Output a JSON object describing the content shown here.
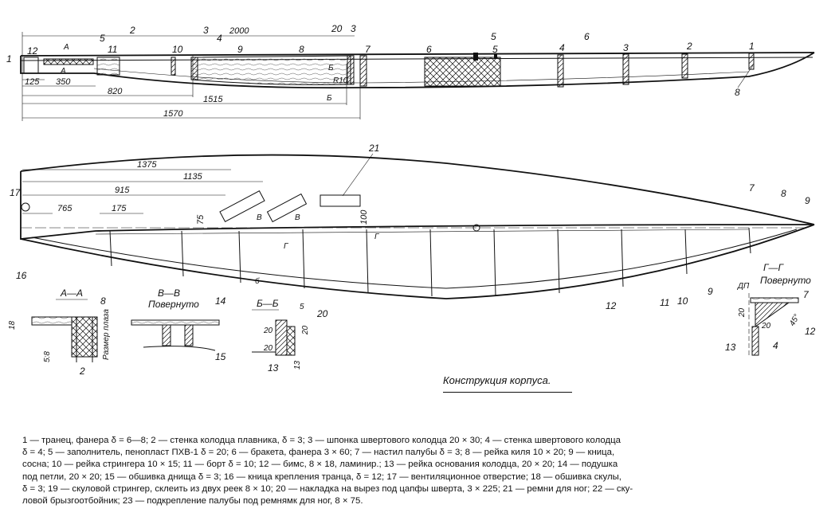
{
  "figure": {
    "caption": "Конструкция корпуса.",
    "legend_lines": [
      "1 — транец, фанера δ = 6—8; 2 — стенка колодца плавника, δ = 3; 3 — шпонка швертового колодца 20 × 30; 4 — стенка швертового колодца",
      "δ = 4; 5 — заполнитель, пенопласт ПХВ-1 δ = 20; 6 — бракета, фанера 3 × 60; 7 — настил палубы δ = 3; 8 — рейка киля 10 × 20; 9 — кница,",
      "сосна; 10 — рейка стрингера 10 × 15; 11 — борт δ = 10; 12 — бимс, 8 × 18, ламинир.; 13 — рейка основания колодца, 20 × 20; 14 — подушка",
      "под петли, 20 × 20; 15 — обшивка днища δ = 3; 16 — кница крепления транца, δ = 12; 17 — вентиляционное отверстие; 18 — обшивка скулы,",
      "δ = 3; 19 — скуловой стрингер, склеить из двух реек 8 × 10; 20 — накладка на вырез под цапфы шверта, 3 × 225; 21 — ремни для ног; 22 — ску-",
      "ловой брызгоотбойник; 23 — подкрепление палубы под ремнямк для ног, 8 × 75."
    ]
  },
  "side_view": {
    "dims": [
      "2000",
      "125",
      "350",
      "820",
      "1515",
      "1570"
    ],
    "callouts": [
      "1",
      "12",
      "5",
      "2",
      "11",
      "10",
      "3",
      "4",
      "9",
      "8",
      "20",
      "3",
      "7",
      "6",
      "5",
      "5",
      "4",
      "6",
      "3",
      "2",
      "1",
      "8"
    ],
    "section_marks": [
      "А",
      "А",
      "Б",
      "Б"
    ],
    "radius": "R10"
  },
  "plan_view": {
    "dims": [
      "1375",
      "1135",
      "915",
      "765",
      "175",
      "75",
      "100"
    ],
    "callouts": [
      "21",
      "17",
      "7",
      "8",
      "9",
      "16",
      "14",
      "12",
      "11",
      "10",
      "9"
    ],
    "section_marks": [
      "В",
      "В",
      "Г",
      "Г",
      "б"
    ]
  },
  "sections": {
    "a_a": {
      "title": "А—А",
      "dims": [
        "18",
        "5:8"
      ],
      "callouts": [
        "8",
        "2"
      ],
      "note": "Размер плаза"
    },
    "v_v": {
      "title": "В—В",
      "subtitle": "Повернуто",
      "callouts": [
        "15"
      ]
    },
    "b_b": {
      "title": "Б—Б",
      "dims": [
        "5",
        "20",
        "20",
        "20",
        "13"
      ],
      "callouts": [
        "20",
        "13"
      ]
    },
    "g_g": {
      "title": "Г—Г",
      "subtitle": "Повернуто",
      "dims": [
        "ДП",
        "20",
        "20",
        "45°"
      ],
      "callouts": [
        "7",
        "12",
        "13",
        "4"
      ]
    }
  }
}
